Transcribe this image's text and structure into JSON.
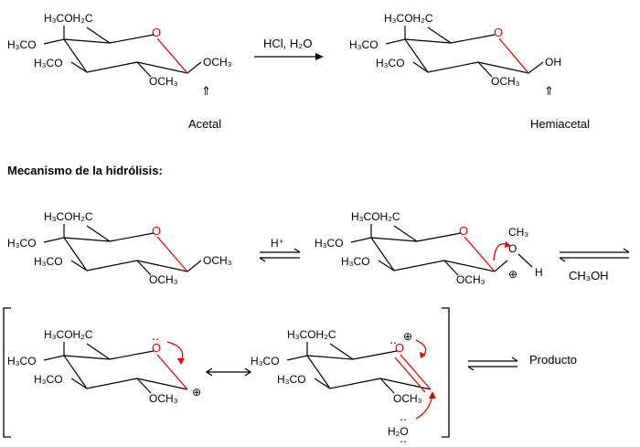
{
  "labels": {
    "h3coh2c": "H₃COH₂C",
    "h3co": "H₃CO",
    "h3co_ring": "H₃CO",
    "och3": "OCH₃",
    "och3_b": "OCH₃",
    "o": "O",
    "oh": "OH",
    "ch3": "CH₃",
    "h": "H",
    "ch3oh": "CH₃OH",
    "h2o": "H₂O",
    "reagent": "HCl, H₂O",
    "hplus": "H⁺",
    "acetal": "Acetal",
    "hemiacetal": "Hemiacetal",
    "mechanism_title": "Mecanismo de la hidrólisis:",
    "producto": "Producto",
    "plus": "⊕",
    "lone_pair": "‥",
    "up_arrow": "⇑"
  },
  "colors": {
    "highlight": "#e00000",
    "ink": "#000000"
  }
}
